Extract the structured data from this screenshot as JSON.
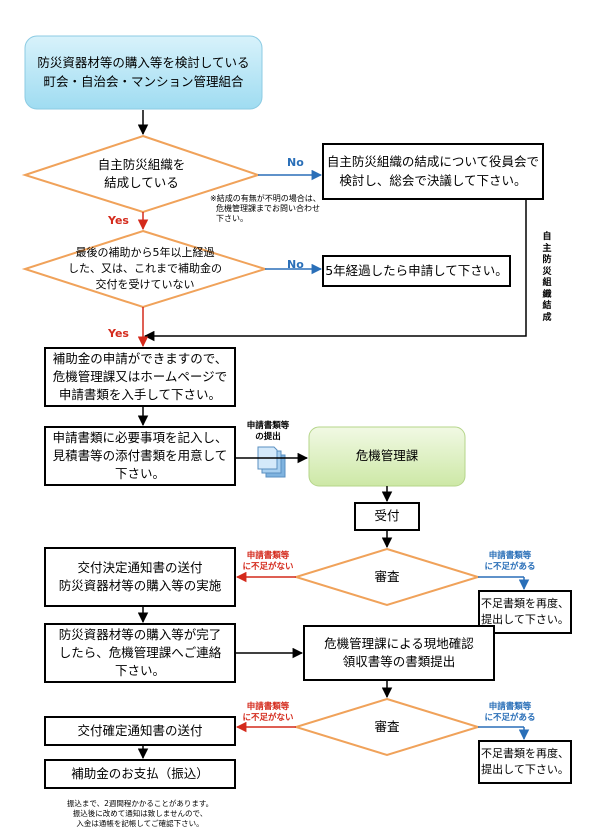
{
  "start": {
    "lines": [
      "防災資器材等の購入等を検討している",
      "町会・自治会・マンション管理組合"
    ]
  },
  "q1": {
    "lines": [
      "自主防災組織を",
      "結成している"
    ]
  },
  "q1_no_label": "No",
  "q1_no_box": {
    "lines": [
      "自主防災組織の結成について役員会で",
      "検討し、総会で決議して下さい。"
    ]
  },
  "q1_note": [
    "※結成の有無が不明の場合は、",
    "危機管理課までお問い合わせ",
    "下さい。"
  ],
  "side_label": "自主防災組織結成",
  "q1_yes_label": "Yes",
  "q2": {
    "lines": [
      "最後の補助から5年以上経過",
      "した、又は、これまで補助金の",
      "交付を受けていない"
    ]
  },
  "q2_no_label": "No",
  "q2_no_box": {
    "lines": [
      "5年経過したら申請して下さい。"
    ]
  },
  "q2_yes_label": "Yes",
  "step1": {
    "lines": [
      "補助金の申請ができますので、",
      "危機管理課又はホームページで",
      "申請書類を入手して下さい。"
    ]
  },
  "step2": {
    "lines": [
      "申請書類に必要事項を記入し、",
      "見積書等の添付書類を用意して",
      "下さい。"
    ]
  },
  "submit_label": [
    "申請書類等",
    "の提出"
  ],
  "office": {
    "lines": [
      "危機管理課"
    ]
  },
  "receipt": {
    "lines": [
      "受付"
    ]
  },
  "review1": {
    "lines": [
      "審査"
    ]
  },
  "insufficient_no": [
    "申請書類等",
    "に不足がない"
  ],
  "insufficient_yes": [
    "申請書類等",
    "に不足がある"
  ],
  "resubmit1": {
    "lines": [
      "不足書類を再度、",
      "提出して下さい。"
    ]
  },
  "step3": {
    "lines": [
      "交付決定通知書の送付",
      "防災資器材等の購入等の実施"
    ]
  },
  "step4": {
    "lines": [
      "防災資器材等の購入等が完了",
      "したら、危機管理課へご連絡",
      "下さい。"
    ]
  },
  "onsite": {
    "lines": [
      "危機管理課による現地確認",
      "領収書等の書類提出"
    ]
  },
  "review2": {
    "lines": [
      "審査"
    ]
  },
  "insufficient_no2": [
    "申請書類等",
    "に不足がない"
  ],
  "insufficient_yes2": [
    "申請書類等",
    "に不足がある"
  ],
  "resubmit2": {
    "lines": [
      "不足書類を再度、",
      "提出して下さい。"
    ]
  },
  "step5": {
    "lines": [
      "交付確定通知書の送付"
    ]
  },
  "step6": {
    "lines": [
      "補助金のお支払（振込）"
    ]
  },
  "footnote": [
    "振込まで、2週間程かかることがあります。",
    "振込後に改めて通知は致しませんので、",
    "入金は通帳を記帳してご確認下さい。"
  ],
  "colors": {
    "diamond_stroke": "#f0a25a",
    "start_fill": "#bfe8f7",
    "office_fill": "#e2f2c6",
    "arrow_red": "#d42a1c",
    "arrow_blue": "#2a6fb8",
    "doc_icon": "#9cc8ea"
  }
}
